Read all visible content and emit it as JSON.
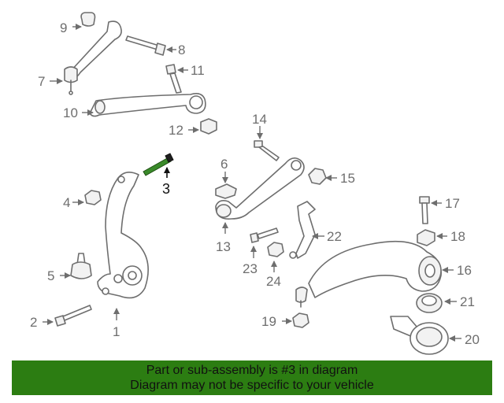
{
  "diagram": {
    "callouts": [
      "9",
      "8",
      "7",
      "11",
      "10",
      "12",
      "14",
      "3",
      "6",
      "15",
      "4",
      "17",
      "22",
      "18",
      "13",
      "16",
      "5",
      "23",
      "24",
      "21",
      "2",
      "19",
      "1",
      "20"
    ],
    "highlighted_part": "3"
  },
  "banner": {
    "line1": "Part or sub-assembly is #3 in diagram",
    "line2": "Diagram may not be specific to your vehicle",
    "background_color": "#2c7d12"
  },
  "colors": {
    "line_art": "#6e6e6e",
    "highlight_bolt": "#3a8a2a"
  }
}
